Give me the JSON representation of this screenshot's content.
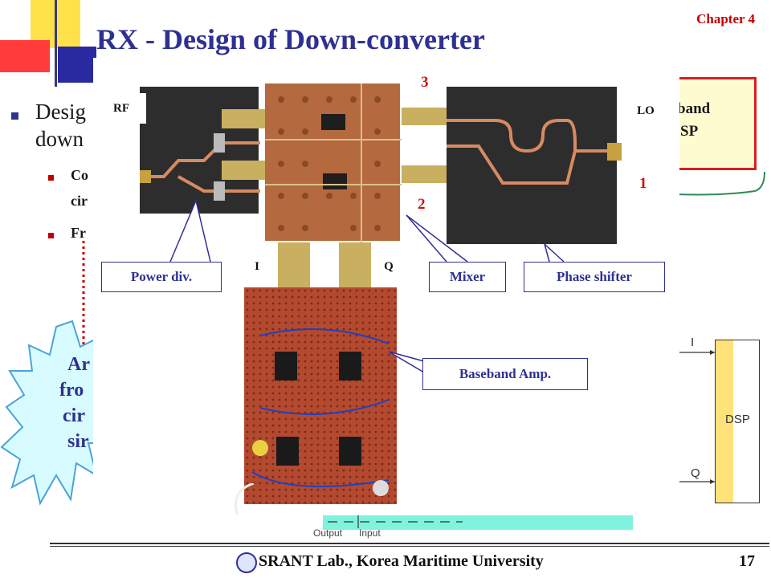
{
  "chapter": "Chapter 4",
  "title": "RX - Design of Down-converter",
  "background_slide": {
    "bullet_main_line1": "Desig",
    "bullet_main_line2": "down",
    "sub_bullet1_line1": "Co",
    "sub_bullet1_line2": "cir",
    "sub_bullet2": "Fr",
    "baseband_box_line1": "band",
    "baseband_box_line2": "SP",
    "burst_text_lines": [
      "Ar",
      "fro",
      "cir",
      "sir"
    ],
    "diagram_i": "I",
    "diagram_q": "Q",
    "diagram_dsp": "DSP",
    "output_label": "Output",
    "input_label": "Input"
  },
  "photo_labels": {
    "rf": "RF",
    "lo": "LO",
    "i": "I",
    "q": "Q",
    "power_div": "Power  div.",
    "mixer": "Mixer",
    "phase_shifter": "Phase shifter",
    "baseband_amp": "Baseband Amp.",
    "port_3": "3",
    "port_2": "2",
    "port_1": "1"
  },
  "footer": {
    "text": "SRANT Lab., Korea Maritime University",
    "page": "17"
  },
  "colors": {
    "title": "#2e3192",
    "chapter": "#c00000",
    "port_numbers": "#d01010",
    "teal_panel": "#7ff3dc"
  }
}
